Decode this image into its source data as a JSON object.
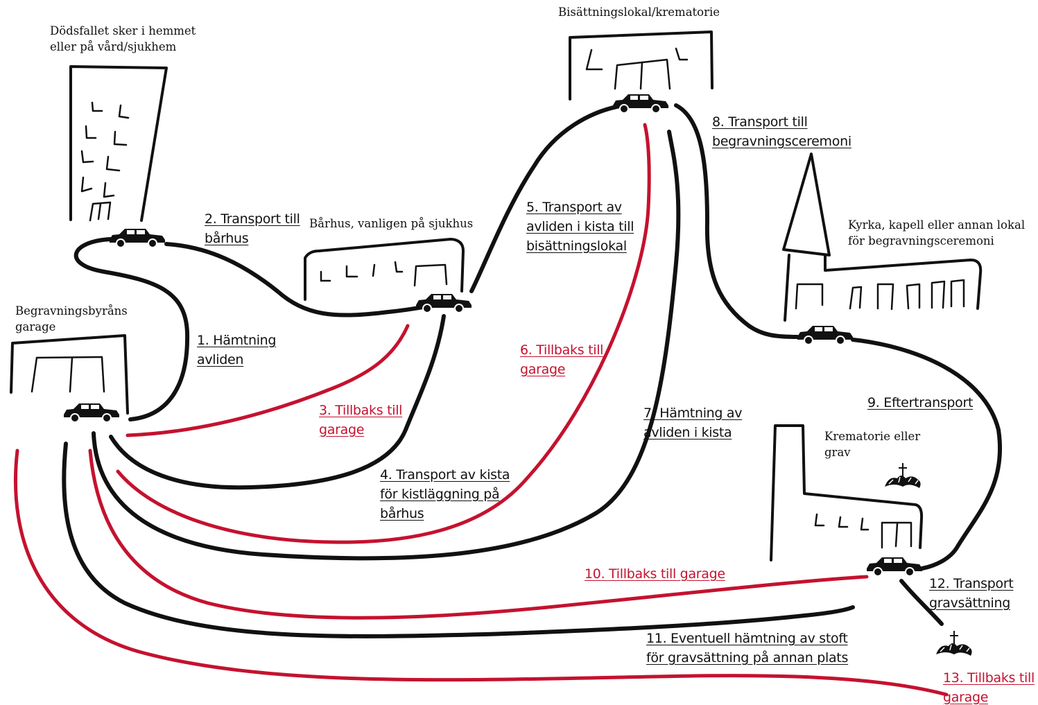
{
  "colors": {
    "outbound": "#111111",
    "return": "#c4122f",
    "background": "#ffffff"
  },
  "places": {
    "home": "Dödsfallet sker i hemmet\neller på vård/sjukhem",
    "garage": "Begravningsbyråns\ngarage",
    "morgue": "Bårhus, vanligen på sjukhus",
    "crematory": "Bisättningslokal/krematorie",
    "church": "Kyrka, kapell eller annan lokal\nför begravningsceremoni",
    "grave": "Krematorie eller\ngrav"
  },
  "steps": [
    {
      "id": "1",
      "text": "1. Hämtning\navliden",
      "kind": "outbound"
    },
    {
      "id": "2",
      "text": "2. Transport till\nbårhus",
      "kind": "outbound"
    },
    {
      "id": "3",
      "text": "3. Tillbaks till\ngarage",
      "kind": "return"
    },
    {
      "id": "4",
      "text": "4. Transport av kista\nför kistläggning på\nbårhus",
      "kind": "outbound"
    },
    {
      "id": "5",
      "text": "5. Transport av\navliden i kista till\nbisättningslokal",
      "kind": "outbound"
    },
    {
      "id": "6",
      "text": "6. Tillbaks till\ngarage",
      "kind": "return"
    },
    {
      "id": "7",
      "text": "7. Hämtning av\navliden i kista",
      "kind": "outbound"
    },
    {
      "id": "8",
      "text": "8. Transport till\nbegravningsceremoni",
      "kind": "outbound"
    },
    {
      "id": "9",
      "text": "9. Eftertransport",
      "kind": "outbound"
    },
    {
      "id": "10",
      "text": "10. Tillbaks till garage",
      "kind": "return"
    },
    {
      "id": "11",
      "text": "11. Eventuell hämtning av stoft\nför gravsättning på annan plats",
      "kind": "outbound"
    },
    {
      "id": "12",
      "text": "12. Transport\ngravsättning",
      "kind": "outbound"
    },
    {
      "id": "13",
      "text": "13. Tillbaks till\ngarage",
      "kind": "return"
    }
  ],
  "icons": [
    "building-icon",
    "car-icon",
    "church-icon",
    "wreath-cross-icon"
  ]
}
